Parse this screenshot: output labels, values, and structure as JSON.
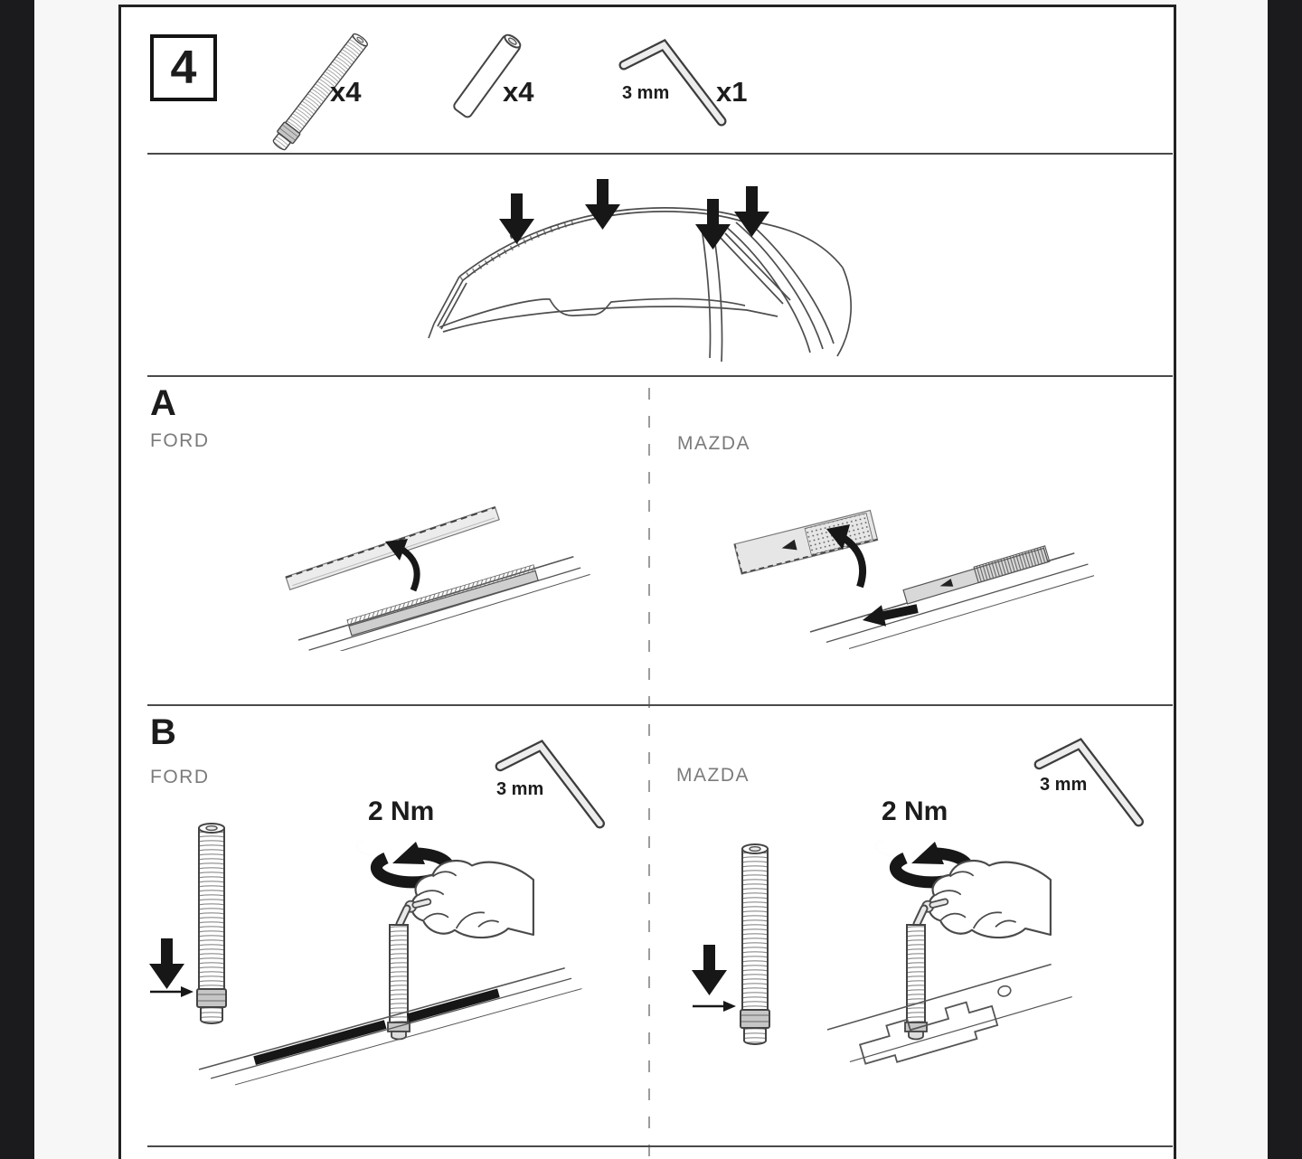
{
  "step": {
    "number": "4"
  },
  "parts": {
    "threaded_rod": {
      "icon": "threaded-rod-icon",
      "qty": "x4"
    },
    "sleeve": {
      "icon": "sleeve-tube-icon",
      "qty": "x4"
    },
    "hex_key": {
      "icon": "hex-key-icon",
      "size": "3 mm",
      "qty": "x1"
    }
  },
  "overview": {
    "icon": "car-roof-mounting-points",
    "mount_point_count": 4
  },
  "section_a": {
    "label": "A",
    "left_brand": "FORD",
    "right_brand": "MAZDA"
  },
  "section_b": {
    "label": "B",
    "left": {
      "brand": "FORD",
      "torque": "2 Nm",
      "tool_size": "3 mm"
    },
    "right": {
      "brand": "MAZDA",
      "torque": "2 Nm",
      "tool_size": "3 mm"
    }
  },
  "colors": {
    "page": "#ffffff",
    "margin_black": "#1b1b1d",
    "divider_gray": "#4a4a4a",
    "label_gray": "#7b7b7b",
    "ink_black": "#171717"
  }
}
